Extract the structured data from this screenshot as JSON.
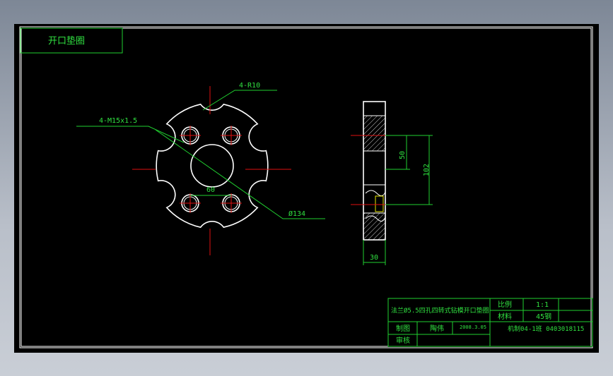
{
  "header_tab": "开口垫圈",
  "dims": {
    "r10": "4-R10",
    "thread": "4-M15x1.5",
    "d60": "60",
    "d134": "Ø134",
    "d50": "50",
    "d102": "102",
    "d30": "30"
  },
  "title_block": {
    "drawing_name": "法兰Ø5.5四孔四转式钻模开口垫圈",
    "scale_label": "比例",
    "scale_value": "1:1",
    "material_label": "材料",
    "material_value": "45钢",
    "drawn_label": "制图",
    "drawn_by": "陶伟",
    "date": "2008.3.05",
    "class_code": "机制04-1班 0403018115",
    "checked_label": "审核"
  }
}
